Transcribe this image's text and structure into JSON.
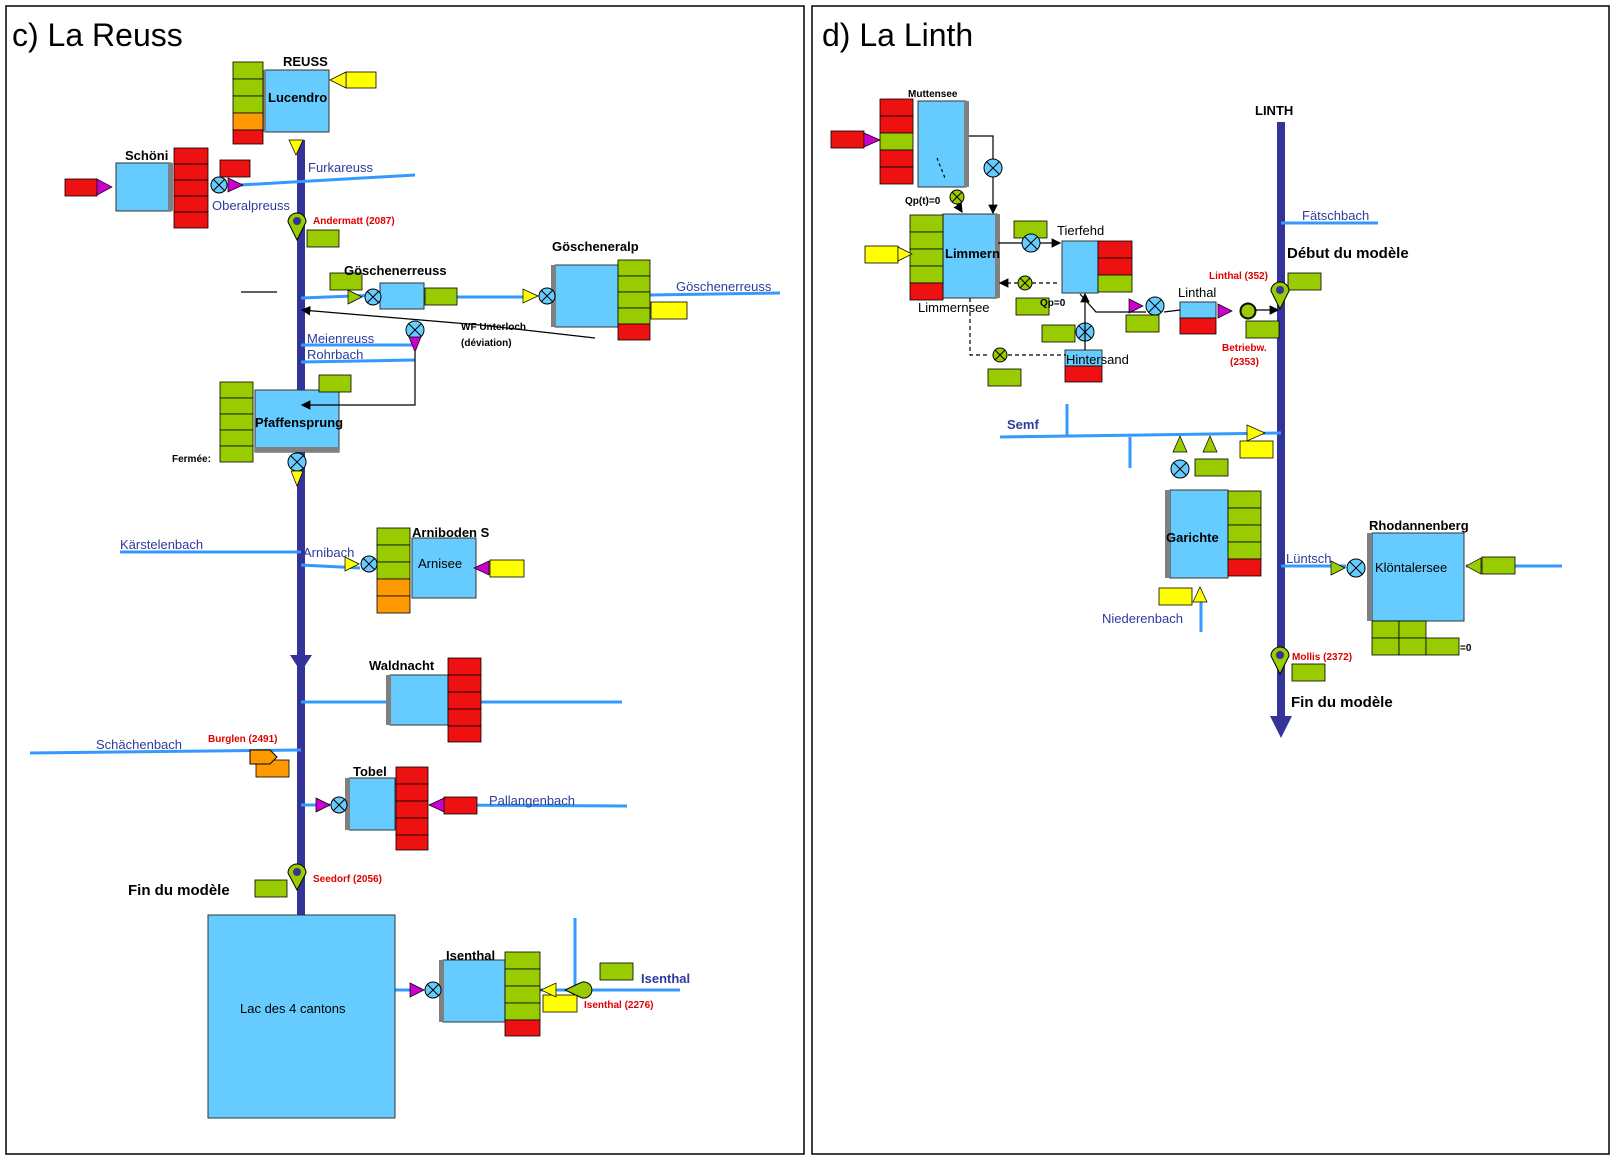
{
  "panels": {
    "reuss": {
      "title": "c) La Reuss"
    },
    "linth": {
      "title": "d) La Linth"
    }
  },
  "reuss": {
    "main": "REUSS",
    "lucendro": "Lucendro",
    "schoeni": "Schöni",
    "furkareuss": "Furkareuss",
    "oberalpreuss": "Oberalpreuss",
    "andermatt": "Andermatt (2087)",
    "goescheneralp": "Göscheneralp",
    "goeschenerreuss_left": "Göschenerreuss",
    "goeschenerreuss_right": "Göschenerreuss",
    "wf_1": "WF Unterloch",
    "wf_2": "(déviation)",
    "meienreuss": "Meienreuss",
    "rohrbach": "Rohrbach",
    "pfaffensprung": "Pfaffensprung",
    "fermee": "Fermée:",
    "kaerstelenbach": "Kärstelenbach",
    "arnibach": "Arnibach",
    "arniboden": "Arniboden S",
    "arnisee": "Arnisee",
    "waldnacht": "Waldnacht",
    "schaechenbach": "Schächenbach",
    "burglen": "Burglen (2491)",
    "tobel": "Tobel",
    "pallangenbach": "Pallangenbach",
    "fin": "Fin du modèle",
    "seedorf": "Seedorf (2056)",
    "lac": "Lac des 4 cantons",
    "isenthal_res": "Isenthal",
    "isenthal_river": "Isenthal",
    "isenthal_station": "Isenthal (2276)"
  },
  "linth": {
    "main": "LINTH",
    "muttensee": "Muttensee",
    "qp_zero": "Qp(t)=0",
    "limmern": "Limmern",
    "limmernsee": "Limmernsee",
    "tierfehd": "Tierfehd",
    "qp0": "Qp=0",
    "hintersand": "Hintersand",
    "linthal_res": "Linthal",
    "linthal_station": "Linthal (352)",
    "betrieb_1": "Betriebw.",
    "betrieb_2": "(2353)",
    "faetschbach": "Fätschbach",
    "debut": "Début du modèle",
    "semf": "Semf",
    "garichte": "Garichte",
    "niederenbach": "Niederenbach",
    "rhodannenberg": "Rhodannenberg",
    "luentsch": "Lüntsch",
    "kloentalersee": "Klöntalersee",
    "qv0": "=0",
    "mollis": "Mollis (2372)",
    "fin": "Fin du modèle"
  },
  "colors": {
    "reservoir": "#66ccff",
    "green": "#99cc00",
    "red": "#ee1111",
    "orange": "#ff9900",
    "yellow": "#ffff00",
    "main_river": "#333399",
    "tributary": "#3399ff",
    "magenta": "#cc00cc"
  }
}
